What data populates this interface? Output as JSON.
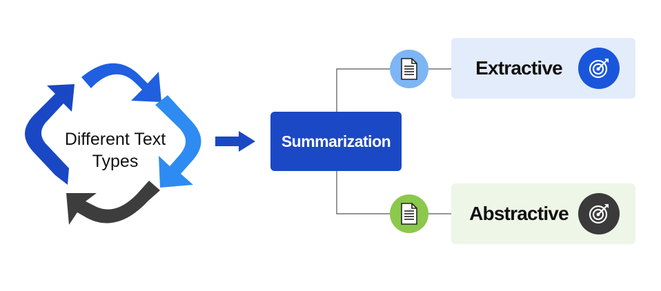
{
  "diagram": {
    "cycle_label": "Different Text\nTypes",
    "center_node": "Summarization",
    "branches": [
      {
        "label": "Extractive",
        "card_color": "#e3ecfa",
        "node_color": "#7db5f5",
        "icon_color": "#1a56db",
        "node_icon": "document-icon",
        "card_icon": "target-icon"
      },
      {
        "label": "Abstractive",
        "card_color": "#eef6e7",
        "node_color": "#8cc84b",
        "icon_color": "#3a3a3a",
        "node_icon": "document-icon",
        "card_icon": "target-icon"
      }
    ],
    "colors": {
      "cycle_dark_blue": "#1a47c4",
      "cycle_mid_blue": "#1f5fe0",
      "cycle_light_blue": "#2e8bf2",
      "cycle_dark": "#3d3d3d",
      "summary_box": "#1b48c5",
      "connector": "#333333",
      "arrow": "#1b48c5"
    }
  }
}
